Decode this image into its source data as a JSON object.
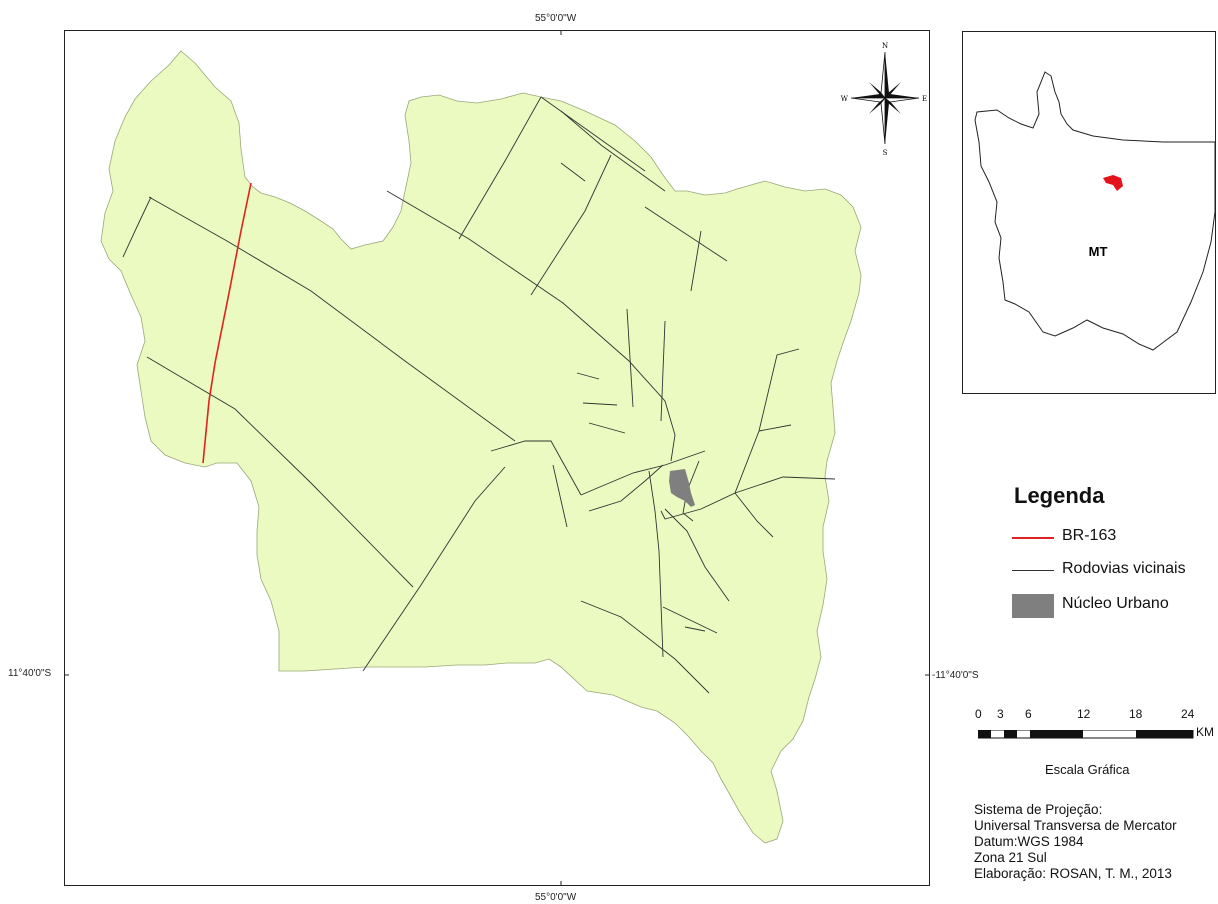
{
  "coords": {
    "top": "55°0'0\"W",
    "bottom": "55°0'0\"W",
    "left": "11°40'0\"S",
    "right": "-11°40'0\"S"
  },
  "north_arrow": {
    "n": "N",
    "s": "S",
    "e": "E",
    "w": "W",
    "icon": "compass-rose-icon"
  },
  "inset": {
    "label": "MT"
  },
  "colors": {
    "municipality_fill": "#eafac0",
    "highway": "#e0231f",
    "roads": "#333333",
    "urban": "#7f7f7f",
    "inset_highlight": "#e3131b"
  },
  "legend": {
    "title": "Legenda",
    "items": [
      {
        "label": "BR-163"
      },
      {
        "label": "Rodovias vicinais"
      },
      {
        "label": "Núcleo Urbano"
      }
    ]
  },
  "scale": {
    "ticks": [
      "0",
      "3",
      "6",
      "12",
      "18",
      "24"
    ],
    "unit": "KM",
    "caption": "Escala Gráfica"
  },
  "notes": [
    "Sistema de Projeção:",
    "Universal Transversa de Mercator",
    "Datum:WGS 1984",
    "Zona 21 Sul",
    "Elaboração: ROSAN, T. M., 2013"
  ]
}
